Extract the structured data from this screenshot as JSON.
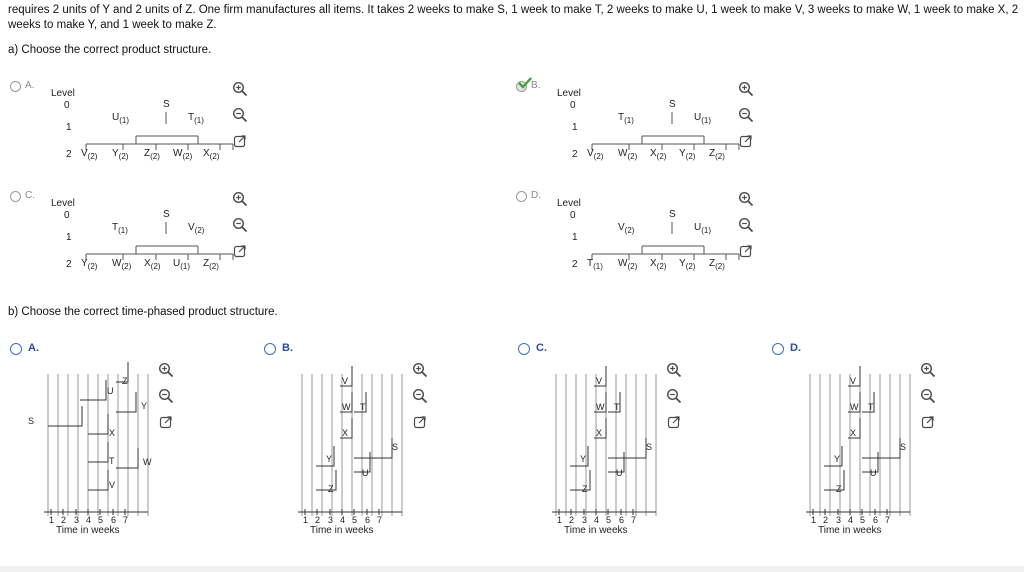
{
  "question_text": "requires 2 units of Y and 2 units of Z. One firm manufactures all items. It takes 2 weeks to make S, 1 week to make T, 2 weeks to make U, 1 week to make V, 3 weeks to make W, 1 week to make X, 2 weeks to make Y, and 1 week to make Z.",
  "part_a": {
    "prompt": "a) Choose the correct product structure.",
    "options": [
      {
        "letter": "A.",
        "level_header": "Level",
        "levels": [
          "0",
          "1",
          "2"
        ],
        "root": "S",
        "level1": [
          {
            "n": "U",
            "q": "(1)"
          },
          {
            "n": "T",
            "q": "(1)"
          }
        ],
        "level2": [
          {
            "n": "V",
            "q": "(2)"
          },
          {
            "n": "Y",
            "q": "(2)"
          },
          {
            "n": "Z",
            "q": "(2)"
          },
          {
            "n": "W",
            "q": "(2)"
          },
          {
            "n": "X",
            "q": "(2)"
          }
        ]
      },
      {
        "letter": "B.",
        "level_header": "Level",
        "levels": [
          "0",
          "1",
          "2"
        ],
        "root": "S",
        "selected": true,
        "level1": [
          {
            "n": "T",
            "q": "(1)"
          },
          {
            "n": "U",
            "q": "(1)"
          }
        ],
        "level2": [
          {
            "n": "V",
            "q": "(2)"
          },
          {
            "n": "W",
            "q": "(2)"
          },
          {
            "n": "X",
            "q": "(2)"
          },
          {
            "n": "Y",
            "q": "(2)"
          },
          {
            "n": "Z",
            "q": "(2)"
          }
        ]
      },
      {
        "letter": "C.",
        "level_header": "Level",
        "levels": [
          "0",
          "1",
          "2"
        ],
        "root": "S",
        "level1": [
          {
            "n": "T",
            "q": "(1)"
          },
          {
            "n": "V",
            "q": "(2)"
          }
        ],
        "level2": [
          {
            "n": "Y",
            "q": "(2)"
          },
          {
            "n": "W",
            "q": "(2)"
          },
          {
            "n": "X",
            "q": "(2)"
          },
          {
            "n": "U",
            "q": "(1)"
          },
          {
            "n": "Z",
            "q": "(2)"
          }
        ]
      },
      {
        "letter": "D.",
        "level_header": "Level",
        "levels": [
          "0",
          "1",
          "2"
        ],
        "root": "S",
        "level1": [
          {
            "n": "V",
            "q": "(2)"
          },
          {
            "n": "U",
            "q": "(1)"
          }
        ],
        "level2": [
          {
            "n": "T",
            "q": "(1)"
          },
          {
            "n": "W",
            "q": "(2)"
          },
          {
            "n": "X",
            "q": "(2)"
          },
          {
            "n": "Y",
            "q": "(2)"
          },
          {
            "n": "Z",
            "q": "(2)"
          }
        ]
      }
    ]
  },
  "part_b": {
    "prompt": "b) Choose the correct time-phased product structure.",
    "options": [
      {
        "letter": "A.",
        "xlabel": "Time in weeks",
        "ticks": [
          "1",
          "2",
          "3",
          "4",
          "5",
          "6",
          "7"
        ],
        "bars": [
          {
            "n": "S"
          },
          {
            "n": "U"
          },
          {
            "n": "Z"
          },
          {
            "n": "Y"
          },
          {
            "n": "X"
          },
          {
            "n": "T"
          },
          {
            "n": "W"
          },
          {
            "n": "V"
          }
        ]
      },
      {
        "letter": "B.",
        "xlabel": "Time in weeks",
        "ticks": [
          "1",
          "2",
          "3",
          "4",
          "5",
          "6",
          "7"
        ],
        "bars": [
          {
            "n": "V"
          },
          {
            "n": "W"
          },
          {
            "n": "T"
          },
          {
            "n": "X"
          },
          {
            "n": "S"
          },
          {
            "n": "Y"
          },
          {
            "n": "U"
          },
          {
            "n": "Z"
          }
        ]
      },
      {
        "letter": "C.",
        "xlabel": "Time in weeks",
        "ticks": [
          "1",
          "2",
          "3",
          "4",
          "5",
          "6",
          "7"
        ],
        "bars": [
          {
            "n": "V"
          },
          {
            "n": "W"
          },
          {
            "n": "T"
          },
          {
            "n": "X"
          },
          {
            "n": "S"
          },
          {
            "n": "Y"
          },
          {
            "n": "U"
          },
          {
            "n": "Z"
          }
        ]
      },
      {
        "letter": "D.",
        "xlabel": "Time in weeks",
        "ticks": [
          "1",
          "2",
          "3",
          "4",
          "5",
          "6",
          "7"
        ],
        "bars": [
          {
            "n": "V"
          },
          {
            "n": "W"
          },
          {
            "n": "T"
          },
          {
            "n": "X"
          },
          {
            "n": "S"
          },
          {
            "n": "Y"
          },
          {
            "n": "U"
          },
          {
            "n": "Z"
          }
        ]
      }
    ]
  },
  "tool_icons": [
    "zoom-in-icon",
    "zoom-out-icon",
    "open-external-icon"
  ],
  "colors": {
    "accent_blue": "#3c6fc2",
    "check_green": "#3aa63a",
    "strip": "#f1f1f1"
  }
}
